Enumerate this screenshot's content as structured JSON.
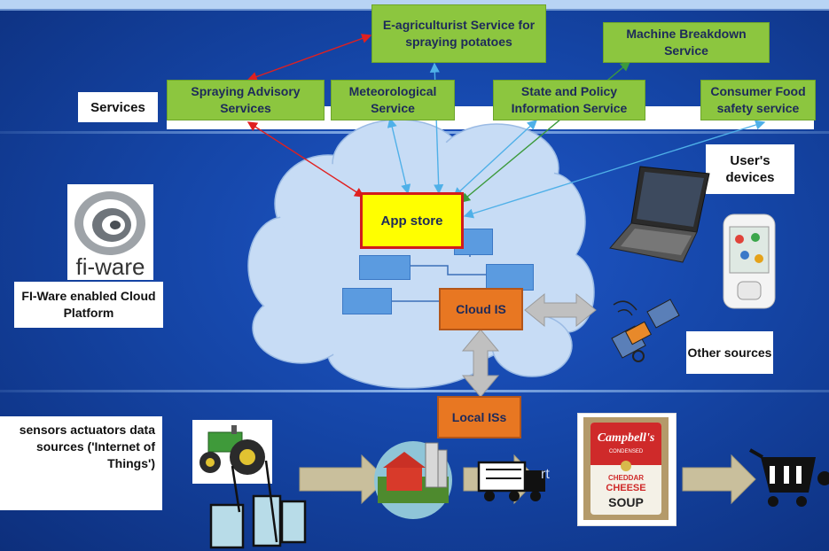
{
  "services_label": "Services",
  "services": {
    "e_agri": "E-agriculturist Service for spraying potatoes",
    "machine": "Machine Breakdown Service",
    "spraying": "Spraying Advisory Services",
    "meteo": "Meteorological Service",
    "state": "State and Policy Information Service",
    "consumer": "Consumer Food safety service"
  },
  "cloud": {
    "app_store": "App store",
    "cloud_is": "Cloud IS",
    "local_is": "Local ISs"
  },
  "platform": {
    "logo_text": "fi-ware",
    "label": "FI-Ware enabled Cloud  Platform"
  },
  "devices_label": "User's devices",
  "other_sources_label": "Other sources",
  "iot_label": "sensors actuators data sources ('Internet of Things')",
  "transport_text": "rt",
  "soup": {
    "brand": "Campbell's",
    "line1": "CONDENSED",
    "line2": "CHEDDAR",
    "line3": "CHEESE",
    "line4": "SOUP"
  },
  "colors": {
    "service_green": "#8cc63f",
    "app_store_yellow": "#ffff00",
    "cloud_is_orange": "#e87722",
    "arrow_red": "#e02020",
    "arrow_blue": "#4fb0e8",
    "arrow_green": "#3c9a3c"
  }
}
